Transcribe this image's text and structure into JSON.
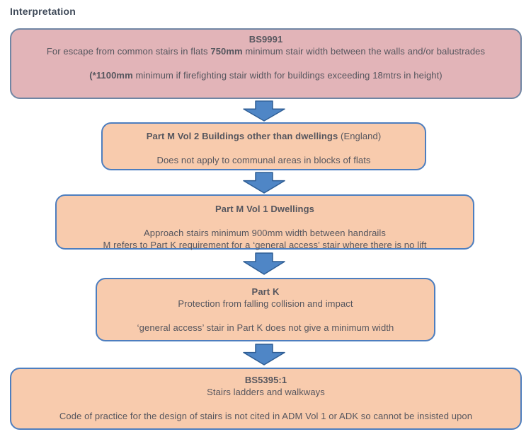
{
  "title": "Interpretation",
  "colors": {
    "title_text": "#3f4a59",
    "text": "#56565e",
    "pink_fill": "#e2b4b8",
    "pink_border": "#7086a4",
    "peach_fill": "#f8cbad",
    "peach_border": "#4d7ebf",
    "arrow_fill": "#4f86c6",
    "arrow_border": "#2e5d94"
  },
  "icons": {
    "connector": "down-arrow"
  },
  "boxes": {
    "bs9991": {
      "heading": "BS9991",
      "line1_pre": "For escape from common stairs in flats ",
      "line1_bold": "750mm",
      "line1_post": " minimum stair width between the walls and/or balustrades",
      "line2_bold": "(*1100mm",
      "line2_post": " minimum if firefighting stair width for buildings exceeding 18mtrs in height)"
    },
    "part_m_vol2": {
      "heading_bold": "Part M Vol 2 Buildings other than dwellings",
      "heading_rest": " (England)",
      "body": "Does not apply to communal areas in blocks of flats"
    },
    "part_m_vol1": {
      "heading": "Part M Vol 1 Dwellings",
      "body1": "Approach stairs minimum 900mm width between handrails",
      "body2": "M refers to Part K requirement for a ‘general access’ stair where there is no lift"
    },
    "part_k": {
      "heading": "Part K",
      "body1": "Protection from falling collision and impact",
      "body2": "‘general access’ stair in Part K does not give a minimum width"
    },
    "bs5395": {
      "heading": "BS5395:1",
      "body1": "Stairs ladders and walkways",
      "body2": "Code of practice for the design of stairs is not cited in ADM Vol 1 or ADK so cannot be insisted upon"
    }
  }
}
